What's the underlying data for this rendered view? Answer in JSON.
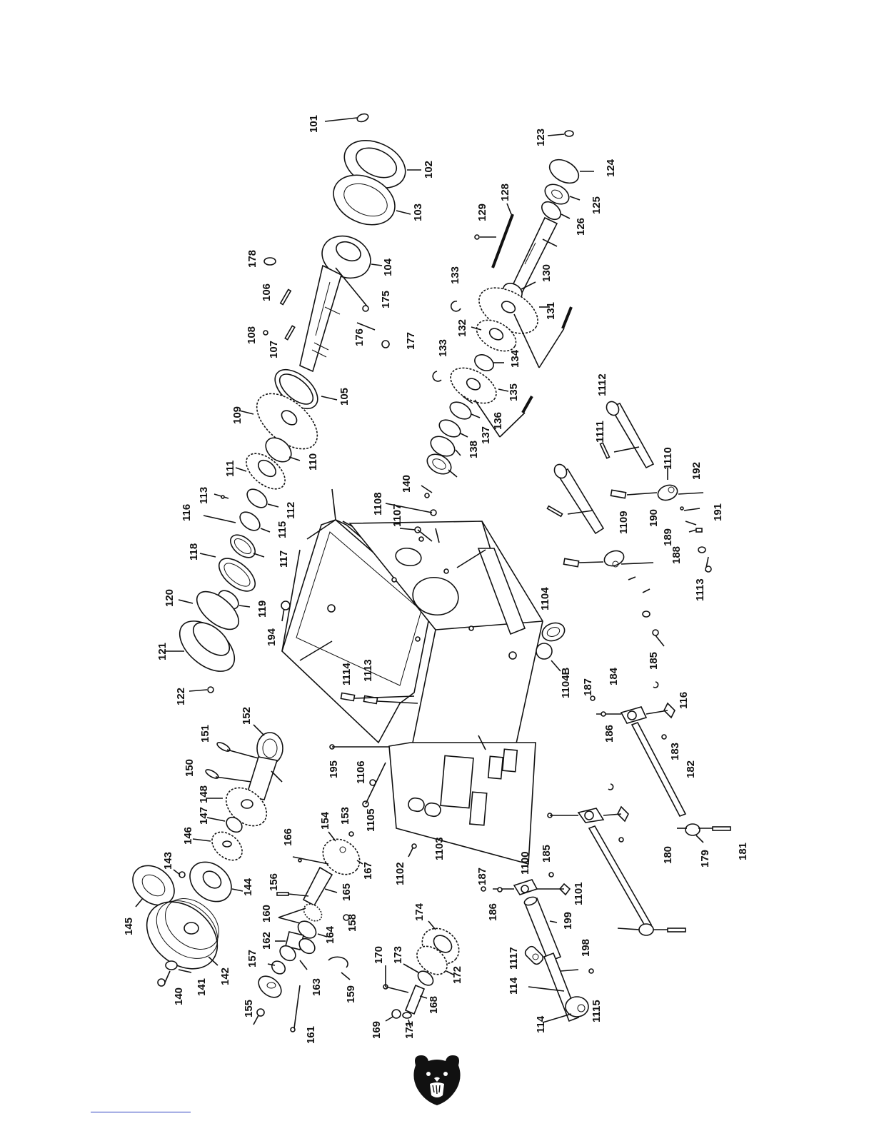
{
  "diagram": {
    "labels": [
      {
        "id": "l101",
        "text": "101"
      },
      {
        "id": "l102",
        "text": "102"
      },
      {
        "id": "l103",
        "text": "103"
      },
      {
        "id": "l104",
        "text": "104"
      },
      {
        "id": "l105",
        "text": "105"
      },
      {
        "id": "l106",
        "text": "106"
      },
      {
        "id": "l107",
        "text": "107"
      },
      {
        "id": "l108",
        "text": "108"
      },
      {
        "id": "l109",
        "text": "109"
      },
      {
        "id": "l110",
        "text": "110"
      },
      {
        "id": "l111",
        "text": "111"
      },
      {
        "id": "l112",
        "text": "112"
      },
      {
        "id": "l113a",
        "text": "113"
      },
      {
        "id": "l114a",
        "text": "114"
      },
      {
        "id": "l114b",
        "text": "114"
      },
      {
        "id": "l115",
        "text": "115"
      },
      {
        "id": "l116a",
        "text": "116"
      },
      {
        "id": "l116b",
        "text": "116"
      },
      {
        "id": "l117",
        "text": "117"
      },
      {
        "id": "l118",
        "text": "118"
      },
      {
        "id": "l119",
        "text": "119"
      },
      {
        "id": "l120",
        "text": "120"
      },
      {
        "id": "l121",
        "text": "121"
      },
      {
        "id": "l122",
        "text": "122"
      },
      {
        "id": "l123",
        "text": "123"
      },
      {
        "id": "l124",
        "text": "124"
      },
      {
        "id": "l125",
        "text": "125"
      },
      {
        "id": "l126",
        "text": "126"
      },
      {
        "id": "l128",
        "text": "128"
      },
      {
        "id": "l129",
        "text": "129"
      },
      {
        "id": "l130",
        "text": "130"
      },
      {
        "id": "l131",
        "text": "131"
      },
      {
        "id": "l132",
        "text": "132"
      },
      {
        "id": "l133a",
        "text": "133"
      },
      {
        "id": "l133b",
        "text": "133"
      },
      {
        "id": "l134",
        "text": "134"
      },
      {
        "id": "l135",
        "text": "135"
      },
      {
        "id": "l136",
        "text": "136"
      },
      {
        "id": "l137",
        "text": "137"
      },
      {
        "id": "l138",
        "text": "138"
      },
      {
        "id": "l140a",
        "text": "140"
      },
      {
        "id": "l140b",
        "text": "140"
      },
      {
        "id": "l141",
        "text": "141"
      },
      {
        "id": "l142",
        "text": "142"
      },
      {
        "id": "l143",
        "text": "143"
      },
      {
        "id": "l144",
        "text": "144"
      },
      {
        "id": "l145",
        "text": "145"
      },
      {
        "id": "l146",
        "text": "146"
      },
      {
        "id": "l147",
        "text": "147"
      },
      {
        "id": "l148",
        "text": "148"
      },
      {
        "id": "l150",
        "text": "150"
      },
      {
        "id": "l151",
        "text": "151"
      },
      {
        "id": "l152",
        "text": "152"
      },
      {
        "id": "l153",
        "text": "153"
      },
      {
        "id": "l154",
        "text": "154"
      },
      {
        "id": "l155",
        "text": "155"
      },
      {
        "id": "l156",
        "text": "156"
      },
      {
        "id": "l157",
        "text": "157"
      },
      {
        "id": "l158",
        "text": "158"
      },
      {
        "id": "l159",
        "text": "159"
      },
      {
        "id": "l160",
        "text": "160"
      },
      {
        "id": "l161",
        "text": "161"
      },
      {
        "id": "l162",
        "text": "162"
      },
      {
        "id": "l163",
        "text": "163"
      },
      {
        "id": "l164",
        "text": "164"
      },
      {
        "id": "l165",
        "text": "165"
      },
      {
        "id": "l166",
        "text": "166"
      },
      {
        "id": "l167",
        "text": "167"
      },
      {
        "id": "l168",
        "text": "168"
      },
      {
        "id": "l169",
        "text": "169"
      },
      {
        "id": "l170",
        "text": "170"
      },
      {
        "id": "l171",
        "text": "171"
      },
      {
        "id": "l172",
        "text": "172"
      },
      {
        "id": "l173",
        "text": "173"
      },
      {
        "id": "l174",
        "text": "174"
      },
      {
        "id": "l175",
        "text": "175"
      },
      {
        "id": "l176",
        "text": "176"
      },
      {
        "id": "l177",
        "text": "177"
      },
      {
        "id": "l178",
        "text": "178"
      },
      {
        "id": "l179",
        "text": "179"
      },
      {
        "id": "l180",
        "text": "180"
      },
      {
        "id": "l181",
        "text": "181"
      },
      {
        "id": "l182",
        "text": "182"
      },
      {
        "id": "l183",
        "text": "183"
      },
      {
        "id": "l184",
        "text": "184"
      },
      {
        "id": "l185a",
        "text": "185"
      },
      {
        "id": "l185b",
        "text": "185"
      },
      {
        "id": "l186a",
        "text": "186"
      },
      {
        "id": "l186b",
        "text": "186"
      },
      {
        "id": "l187a",
        "text": "187"
      },
      {
        "id": "l187b",
        "text": "187"
      },
      {
        "id": "l188",
        "text": "188"
      },
      {
        "id": "l189",
        "text": "189"
      },
      {
        "id": "l190",
        "text": "190"
      },
      {
        "id": "l191",
        "text": "191"
      },
      {
        "id": "l192",
        "text": "192"
      },
      {
        "id": "l194",
        "text": "194"
      },
      {
        "id": "l195",
        "text": "195"
      },
      {
        "id": "l198",
        "text": "198"
      },
      {
        "id": "l199",
        "text": "199"
      },
      {
        "id": "l1100",
        "text": "1100"
      },
      {
        "id": "l1101",
        "text": "1101"
      },
      {
        "id": "l1102",
        "text": "1102"
      },
      {
        "id": "l1103",
        "text": "1103"
      },
      {
        "id": "l1104",
        "text": "1104"
      },
      {
        "id": "l1104B",
        "text": "1104B"
      },
      {
        "id": "l1105",
        "text": "1105"
      },
      {
        "id": "l1106",
        "text": "1106"
      },
      {
        "id": "l1107",
        "text": "1107"
      },
      {
        "id": "l1108",
        "text": "1108"
      },
      {
        "id": "l1109",
        "text": "1109"
      },
      {
        "id": "l1110",
        "text": "1110"
      },
      {
        "id": "l1111",
        "text": "1111"
      },
      {
        "id": "l1112",
        "text": "1112"
      },
      {
        "id": "l1113a",
        "text": "1113"
      },
      {
        "id": "l1113b",
        "text": "1113"
      },
      {
        "id": "l1114",
        "text": "1114"
      },
      {
        "id": "l1115",
        "text": "1115"
      },
      {
        "id": "l1117",
        "text": "1117"
      }
    ]
  },
  "logo": {
    "name": "bear-head-icon"
  },
  "colors": {
    "ink": "#111111",
    "footer_rule": "#2a3fc0"
  }
}
